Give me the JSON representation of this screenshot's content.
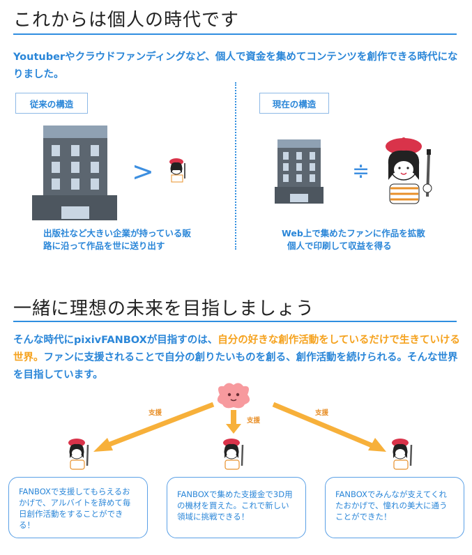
{
  "section1": {
    "title": "これからは個人の時代です",
    "lead": "Youtuberやクラウドファンディングなど、個人で資金を集めてコンテンツを創作できる時代になりました。",
    "old_tag": "従来の構造",
    "new_tag": "現在の構造",
    "old_caption_line1": "出版社など大きい企業が持っている販",
    "old_caption_line2": "路に沿って作品を世に送り出す",
    "new_caption_line1": "Web上で集めたファンに作品を拡散",
    "new_caption_line2": "個人で印刷して収益を得る",
    "greater_symbol": ">",
    "approx_symbol": "≑"
  },
  "section2": {
    "title": "一緒に理想の未来を目指しましょう",
    "lead_part1": "そんな時代にpixivFANBOXが目指すのは、",
    "lead_highlight": "自分の好きな創作活動をしているだけで生きていける世界。",
    "lead_part2": "ファンに支援されることで自分の創りたいものを創る、創作活動を続けられる。そんな世界を目指しています。",
    "support_label": "支援",
    "boxes": [
      "FANBOXで支援してもらえるおかげで、アルバイトを辞めて毎日創作活動をすることができる！",
      "FANBOXで集めた支援金で3D用の機材を買えた。これで新しい領域に挑戦できる！",
      "FANBOXでみんなが支えてくれたおかげで、憧れの美大に通うことができた！"
    ]
  },
  "colors": {
    "accent_blue": "#2a86d8",
    "highlight_orange": "#f5a21e",
    "arrow_orange": "#f7b03a",
    "beret_red": "#d9334a",
    "mascot_pink": "#f79a9e"
  },
  "icons": [
    "building-icon",
    "artist-icon",
    "mascot-icon",
    "arrow-icon"
  ]
}
